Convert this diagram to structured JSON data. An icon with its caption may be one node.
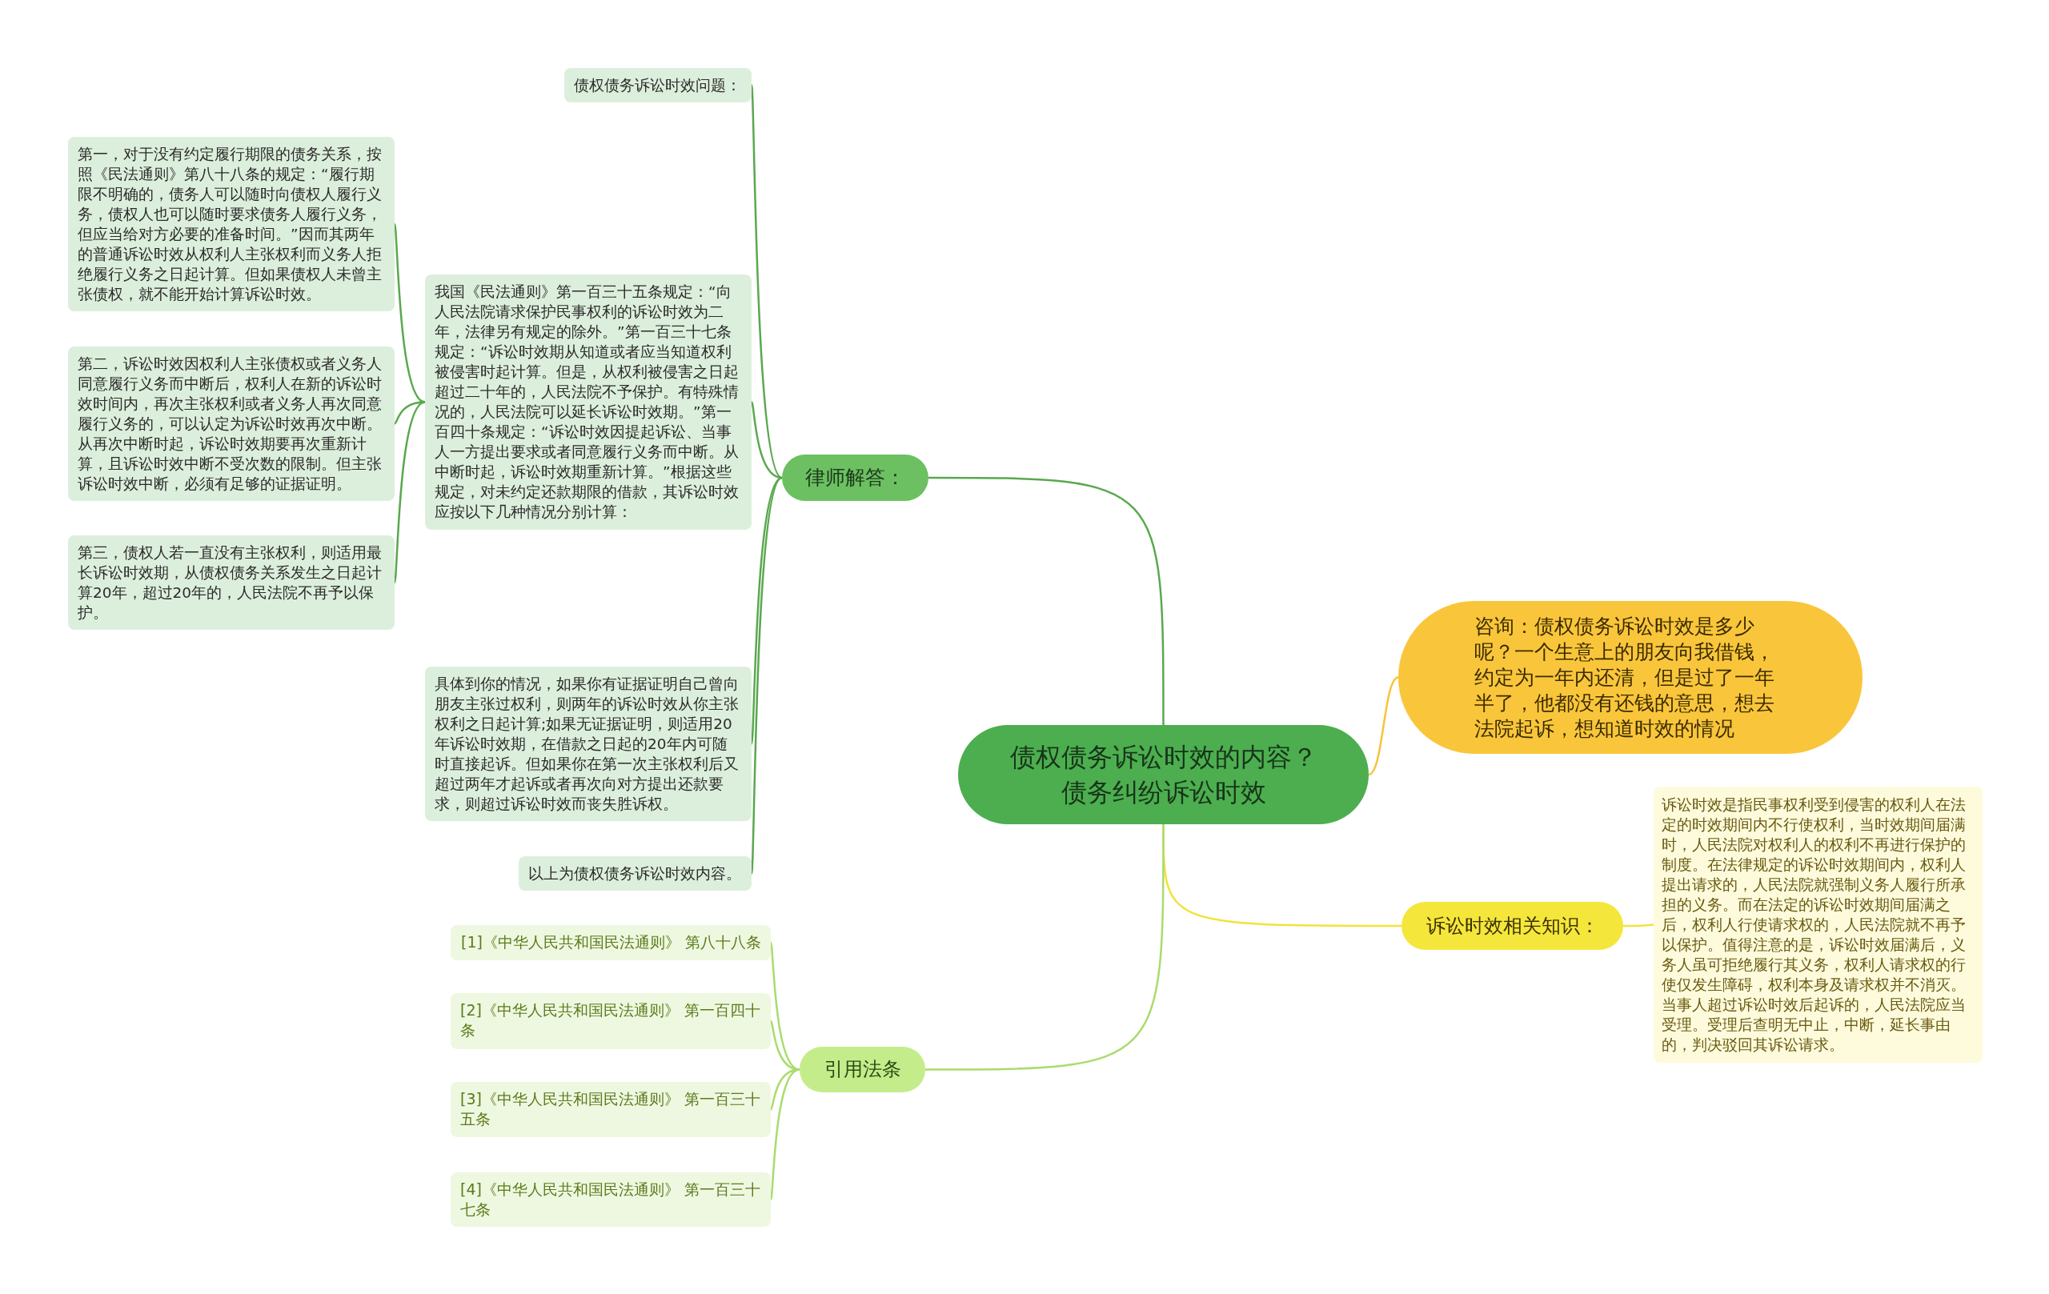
{
  "diagram": {
    "nodes": [
      {
        "text": [
          "债权债务诉讼时效的内容？债务纠纷诉讼时效"
        ]
      },
      {
        "text": [
          "律师解答："
        ]
      },
      {
        "text": [
          "债权债务诉讼时效问题："
        ]
      },
      {
        "text": [
          "我国《民法通则》第一百三十五条规定：“向人民法院请求保护民事权利的诉讼时效为二年，法律另有规定的除外。”第一百三十七条规定：“诉讼时效期从知道或者应当知道权利被侵害时起计算。但是，从权利被侵害之日起超过二十年的，人民法院不予保护。有特殊情况的，人民法院可以延长诉讼时效期。”第一百四十条规定：“诉讼时效因提起诉讼、当事人一方提出要求或者同意履行义务而中断。从中断时起，诉讼时效期重新计算。”根据这些规定，对未约定还款期限的借款，其诉讼时效应按以下几种情况分别计算："
        ]
      },
      {
        "text": [
          "第一，对于没有约定履行期限的债务关系，按照《民法通则》第八十八条的规定：“履行期限不明确的，债务人可以随时向债权人履行义务，债权人也可以随时要求债务人履行义务，但应当给对方必要的准备时间。”因而其两年的普通诉讼时效从权利人主张权利而义务人拒绝履行义务之日起计算。但如果债权人未曾主张债权，就不能开始计算诉讼时效。"
        ]
      },
      {
        "text": [
          "第二，诉讼时效因权利人主张债权或者义务人同意履行义务而中断后，权利人在新的诉讼时效时间内，再次主张权利或者义务人再次同意履行义务的，可以认定为诉讼时效再次中断。从再次中断时起，诉讼时效期要再次重新计算，且诉讼时效中断不受次数的限制。但主张诉讼时效中断，必须有足够的证据证明。"
        ]
      },
      {
        "text": [
          "第三，债权人若一直没有主张权利，则适用最长诉讼时效期，从债权债务关系发生之日起计算20年，超过20年的，人民法院不再予以保护。"
        ]
      },
      {
        "text": [
          "具体到你的情况，如果你有证据证明自己曾向朋友主张过权利，则两年的诉讼时效从你主张权利之日起计算;如果无证据证明，则适用20年诉讼时效期，在借款之日起的20年内可随时直接起诉。但如果你在第一次主张权利后又超过两年才起诉或者再次向对方提出还款要求，则超过诉讼时效而丧失胜诉权。"
        ]
      },
      {
        "text": [
          "以上为债权债务诉讼时效内容。"
        ]
      },
      {
        "text": [
          "咨询：债权债务诉讼时效是多少呢？一个生意上的朋友向我借钱，约定为一年内还清，但是过了一年半了，他都没有还钱的意思，想去法院起诉，想知道时效的情况"
        ]
      },
      {
        "text": [
          "诉讼时效相关知识："
        ]
      },
      {
        "text": [
          "诉讼时效是指民事权利受到侵害的权利人在法定的时效期间内不行使权利，当时效期间届满时，人民法院对权利人的权利不再进行保护的制度。在法律规定的诉讼时效期间内，权利人提出请求的，人民法院就强制义务人履行所承担的义务。而在法定的诉讼时效期间届满之后，权利人行使请求权的，人民法院就不再予以保护。值得注意的是，诉讼时效届满后，义务人虽可拒绝履行其义务，权利人请求权的行使仅发生障碍，权利本身及请求权并不消灭。当事人超过诉讼时效后起诉的，人民法院应当受理。受理后查明无中止，中断，延长事由的，判决驳回其诉讼请求。"
        ]
      },
      {
        "text": [
          "引用法条"
        ]
      },
      {
        "text": [
          "[1]《中华人民共和国民法通则》 第八十八条"
        ]
      },
      {
        "text": [
          "[2]《中华人民共和国民法通则》 第一百四十条"
        ]
      },
      {
        "text": [
          "[3]《中华人民共和国民法通则》 第一百三十五条"
        ]
      },
      {
        "text": [
          "[4]《中华人民共和国民法通则》 第一百三十七条"
        ]
      }
    ],
    "edges": [
      {
        "from": 0,
        "to": 1,
        "arrow": "none"
      },
      {
        "from": 1,
        "to": 2,
        "arrow": "none"
      },
      {
        "from": 1,
        "to": 3,
        "arrow": "none"
      },
      {
        "from": 3,
        "to": 4,
        "arrow": "none"
      },
      {
        "from": 3,
        "to": 5,
        "arrow": "none"
      },
      {
        "from": 3,
        "to": 6,
        "arrow": "none"
      },
      {
        "from": 1,
        "to": 7,
        "arrow": "none"
      },
      {
        "from": 1,
        "to": 8,
        "arrow": "none"
      },
      {
        "from": 0,
        "to": 9,
        "arrow": "none",
        "color": "#f5c43c"
      },
      {
        "from": 0,
        "to": 10,
        "arrow": "none",
        "color": "#f2e23a"
      },
      {
        "from": 10,
        "to": 11,
        "arrow": "none",
        "color": "#f2e23a"
      },
      {
        "from": 0,
        "to": 12,
        "arrow": "none",
        "color": "#a8dc6c"
      },
      {
        "from": 12,
        "to": 13,
        "arrow": "none",
        "color": "#a8dc6c"
      },
      {
        "from": 12,
        "to": 14,
        "arrow": "none",
        "color": "#a8dc6c"
      },
      {
        "from": 12,
        "to": 15,
        "arrow": "none",
        "color": "#a8dc6c"
      },
      {
        "from": 12,
        "to": 16,
        "arrow": "none",
        "color": "#a8dc6c"
      }
    ]
  }
}
